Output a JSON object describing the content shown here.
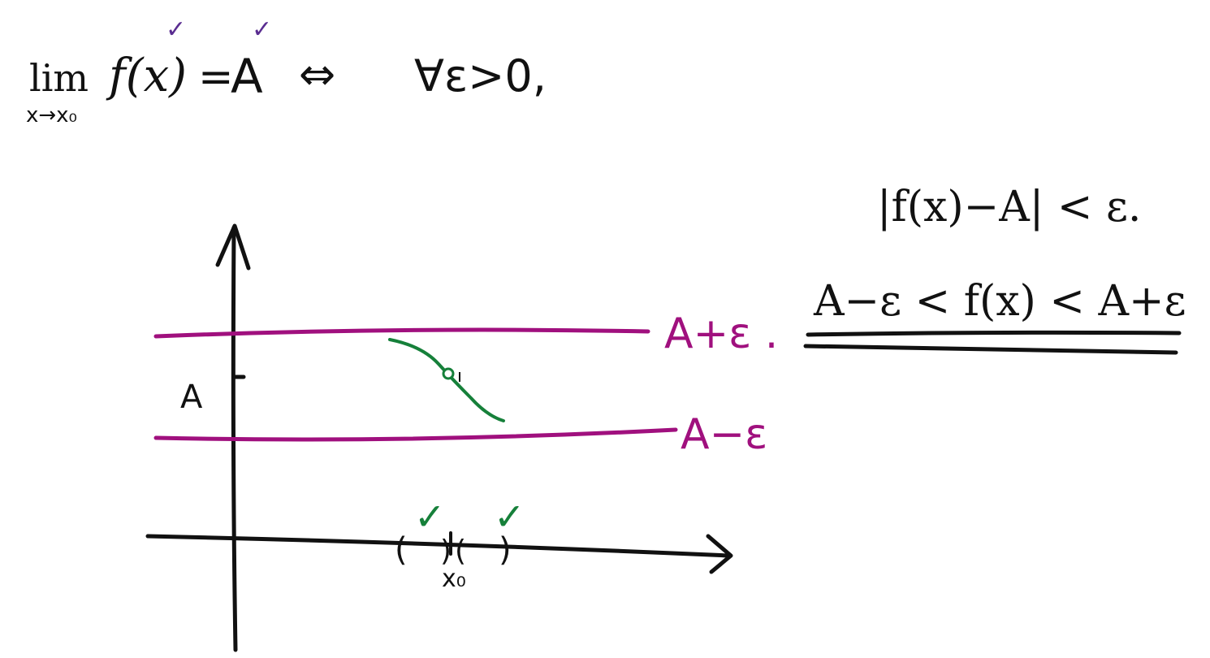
{
  "definition": {
    "lim": "lim",
    "lim_subscript": "x→x₀",
    "function": "f(x)",
    "equals": "=",
    "limit": "A",
    "iff": "⇔",
    "for_all": "∀ε>0,",
    "check_mark": "✓"
  },
  "inequalities": {
    "abs_form": "|f(x)−A| < ε.",
    "expanded_form": "A−ε < f(x) < A+ε"
  },
  "graph": {
    "y_tick_label": "A",
    "upper_band_label": "A+ε .",
    "lower_band_label": "A−ε",
    "x0_label": "x₀",
    "left_paren": "(",
    "right_paren": ")",
    "check_mark": "✓"
  },
  "colors": {
    "ink": "#111111",
    "band": "#a0107e",
    "curve": "#16803a",
    "check_purple": "#5a2d91"
  }
}
